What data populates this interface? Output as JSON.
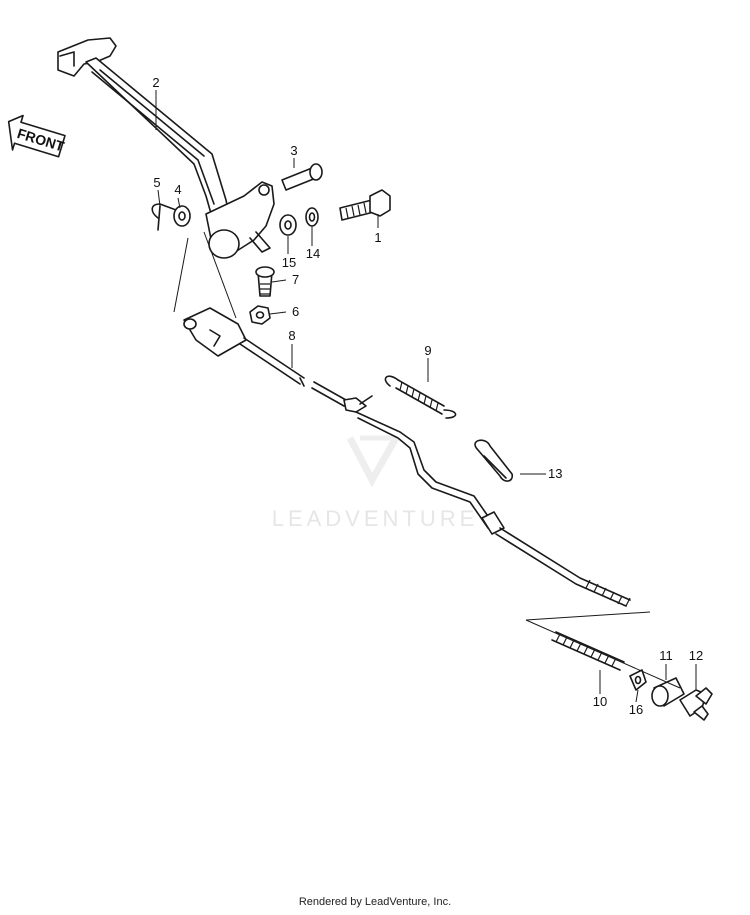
{
  "diagram": {
    "front_label": "FRONT",
    "watermark": "LEADVENTURE",
    "callouts": {
      "p1": "1",
      "p2": "2",
      "p3": "3",
      "p4": "4",
      "p5": "5",
      "p6": "6",
      "p7": "7",
      "p8": "8",
      "p9": "9",
      "p10": "10",
      "p11": "11",
      "p12": "12",
      "p13": "13",
      "p14": "14",
      "p15": "15",
      "p16": "16"
    }
  },
  "footer": {
    "credit": "Rendered by LeadVenture, Inc."
  },
  "colors": {
    "ink": "#1a1a1a",
    "watermark": "#e6e6e6",
    "background": "#ffffff"
  }
}
